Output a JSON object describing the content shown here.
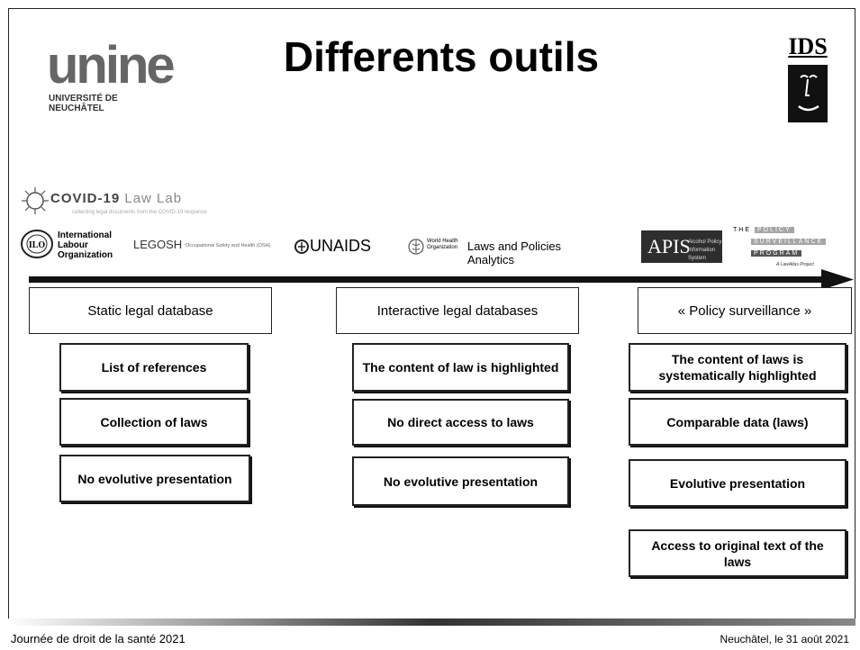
{
  "title": "Differents outils",
  "unine": {
    "word": "unine",
    "sub_line1": "UNIVERSITÉ DE",
    "sub_line2": "NEUCHÂTEL"
  },
  "ids": {
    "text": "IDS"
  },
  "logos": {
    "covid": {
      "name": "COVID-19",
      "name_suffix": "Law Lab",
      "tagline": "collecting legal documents from the COVID-19 response"
    },
    "ilo": {
      "line1": "International",
      "line2": "Labour",
      "line3": "Organization",
      "legosh": "LEGOSH",
      "legosh_sub": "Occupational Safety and Health (OSH)"
    },
    "unaids": {
      "name": "UNAIDS",
      "who_line1": "World Health",
      "who_line2": "Organization",
      "analytics": "Laws and Policies Analytics"
    },
    "apis": {
      "name": "APIS",
      "sub1": "Alcohol Policy",
      "sub2": "Information System"
    },
    "psp": {
      "the": "THE",
      "policy": "POLICY",
      "surveillance": "SURVEILLANCE",
      "program": "PROGRAM",
      "foot": "A LawAtlas Project"
    }
  },
  "columns": [
    {
      "category": "Static legal database",
      "features": [
        "List of references",
        "Collection of laws",
        "No evolutive presentation"
      ]
    },
    {
      "category": "Interactive legal databases",
      "features": [
        "The content of law is highlighted",
        "No direct access to laws",
        "No evolutive presentation"
      ]
    },
    {
      "category": "« Policy surveillance »",
      "features": [
        "The content of laws is systematically highlighted",
        "Comparable data (laws)",
        "Evolutive presentation",
        "Access to original text of the laws"
      ]
    }
  ],
  "footer": {
    "left": "Journée de droit de la santé 2021",
    "right": "Neuchâtel, le 31 août 2021"
  }
}
